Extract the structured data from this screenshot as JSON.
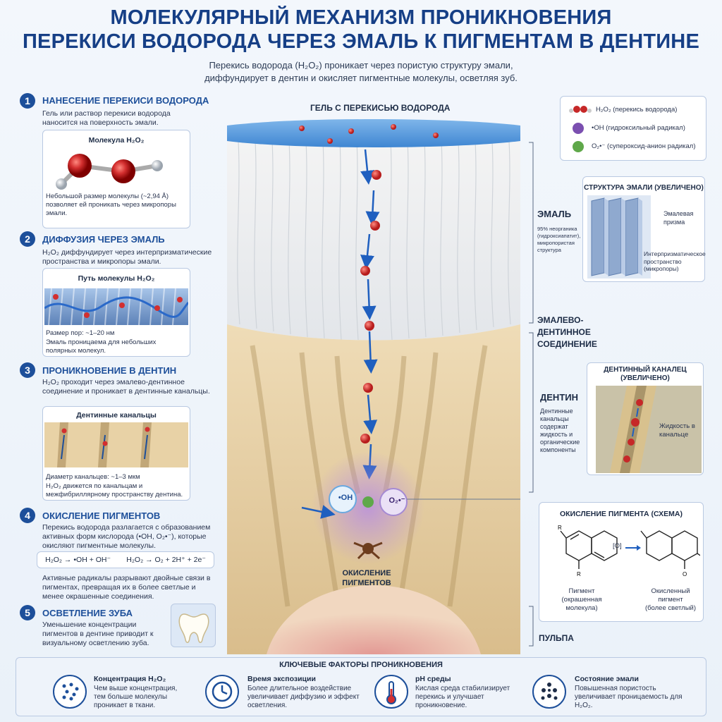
{
  "title": {
    "line1": "МОЛЕКУЛЯРНЫЙ МЕХАНИЗМ ПРОНИКНОВЕНИЯ",
    "line2": "ПЕРЕКИСИ ВОДОРОДА ЧЕРЕЗ ЭМАЛЬ К ПИГМЕНТАМ В ДЕНТИНЕ"
  },
  "subtitle": {
    "line1": "Перекись водорода (H₂O₂) проникает через пористую структуру эмали,",
    "line2": "диффундирует в дентин и окисляет пигментные молекулы, осветляя зуб."
  },
  "steps": [
    {
      "num": "1",
      "title": "НАНЕСЕНИЕ ПЕРЕКИСИ ВОДОРОДА",
      "text": "Гель или раствор перекиси водорода наносится на поверхность эмали.",
      "card_title": "Молекула H₂O₂",
      "card_text": "Небольшой размер молекулы (~2,94 Å) позволяет ей проникать через микропоры эмали."
    },
    {
      "num": "2",
      "title": "ДИФФУЗИЯ ЧЕРЕЗ ЭМАЛЬ",
      "text": "H₂O₂ диффундирует через интерпризматические пространства и микропоры эмали.",
      "card_title": "Путь молекулы H₂O₂",
      "card_text1": "Размер пор: ~1–20 нм",
      "card_text2": "Эмаль проницаема для небольших полярных молекул."
    },
    {
      "num": "3",
      "title": "ПРОНИКНОВЕНИЕ В ДЕНТИН",
      "text": "H₂O₂ проходит через эмалево-дентинное соединение и проникает в дентинные канальцы.",
      "card_title": "Дентинные канальцы",
      "card_text1": "Диаметр канальцев: ~1–3 мкм",
      "card_text2": "H₂O₂ движется по канальцам и межфибриллярному пространству дентина."
    },
    {
      "num": "4",
      "title": "ОКИСЛЕНИЕ ПИГМЕНТОВ",
      "text": "Перекись водорода разлагается с образованием активных форм кислорода (•OH, O₂•⁻), которые окисляют пигментные молекулы.",
      "eq1": "H₂O₂ → •OH + OH⁻",
      "eq2": "H₂O₂ → O₂ + 2H⁺ + 2e⁻",
      "text2": "Активные радикалы разрывают двойные связи в пигментах, превращая их в более светлые и менее окрашенные соединения."
    },
    {
      "num": "5",
      "title": "ОСВЕТЛЕНИЕ ЗУБА",
      "text": "Уменьшение концентрации пигментов в дентине приводит к визуальному осветлению зуба."
    }
  ],
  "center": {
    "gel_label": "ГЕЛЬ С ПЕРЕКИСЬЮ ВОДОРОДА",
    "oh_label": "•OH",
    "o2_label": "O₂•⁻",
    "oxidation_label1": "ОКИСЛЕНИЕ",
    "oxidation_label2": "ПИГМЕНТОВ"
  },
  "legend": [
    {
      "label": "H₂O₂ (перекись водорода)",
      "color": "#c62828"
    },
    {
      "label": "•OH (гидроксильный радикал)",
      "color": "#7b4fb0"
    },
    {
      "label": "O₂•⁻ (супероксид-анион радикал)",
      "color": "#5fa84a"
    }
  ],
  "right": {
    "enamel_label": "ЭМАЛЬ",
    "enamel_text": "95% неорганика (гидроксиапатит), микропористая структура",
    "enamel_card_title": "СТРУКТУРА ЭМАЛИ (УВЕЛИЧЕНО)",
    "enamel_prism": "Эмалевая призма",
    "enamel_inter": "Интерпризматическое пространство (микропоры)",
    "dej_label1": "ЭМАЛЕВО-",
    "dej_label2": "ДЕНТИННОЕ",
    "dej_label3": "СОЕДИНЕНИЕ",
    "dentin_label": "ДЕНТИН",
    "dentin_text": "Дентинные канальцы содержат жидкость и органические компоненты",
    "tubule_card_title1": "ДЕНТИННЫЙ КАНАЛЕЦ",
    "tubule_card_title2": "(УВЕЛИЧЕНО)",
    "tubule_fluid": "Жидкость в канальце",
    "pigment_card_title": "ОКИСЛЕНИЕ ПИГМЕНТА (СХЕМА)",
    "reagent": "[O]",
    "pigment_label1": "Пигмент",
    "pigment_label2": "(окрашенная молекула)",
    "oxidized_label1": "Окисленный",
    "oxidized_label2": "пигмент",
    "oxidized_label3": "(более светлый)",
    "pulp_label": "ПУЛЬПА"
  },
  "factors": {
    "title": "КЛЮЧЕВЫЕ ФАКТОРЫ ПРОНИКНОВЕНИЯ",
    "items": [
      {
        "title": "Концентрация H₂O₂",
        "text": "Чем выше концентрация, тем больше молекулы проникает в ткани.",
        "icon": "molecules-icon"
      },
      {
        "title": "Время экспозиции",
        "text": "Более длительное воздействие увеличивает диффузию и эффект осветления.",
        "icon": "clock-icon"
      },
      {
        "title": "pH среды",
        "text": "Кислая среда стабилизирует перекись и улучшает проникновение.",
        "icon": "thermometer-icon"
      },
      {
        "title": "Состояние эмали",
        "text": "Повышенная пористость увеличивает проницаемость для H₂O₂.",
        "icon": "porosity-icon"
      }
    ]
  }
}
